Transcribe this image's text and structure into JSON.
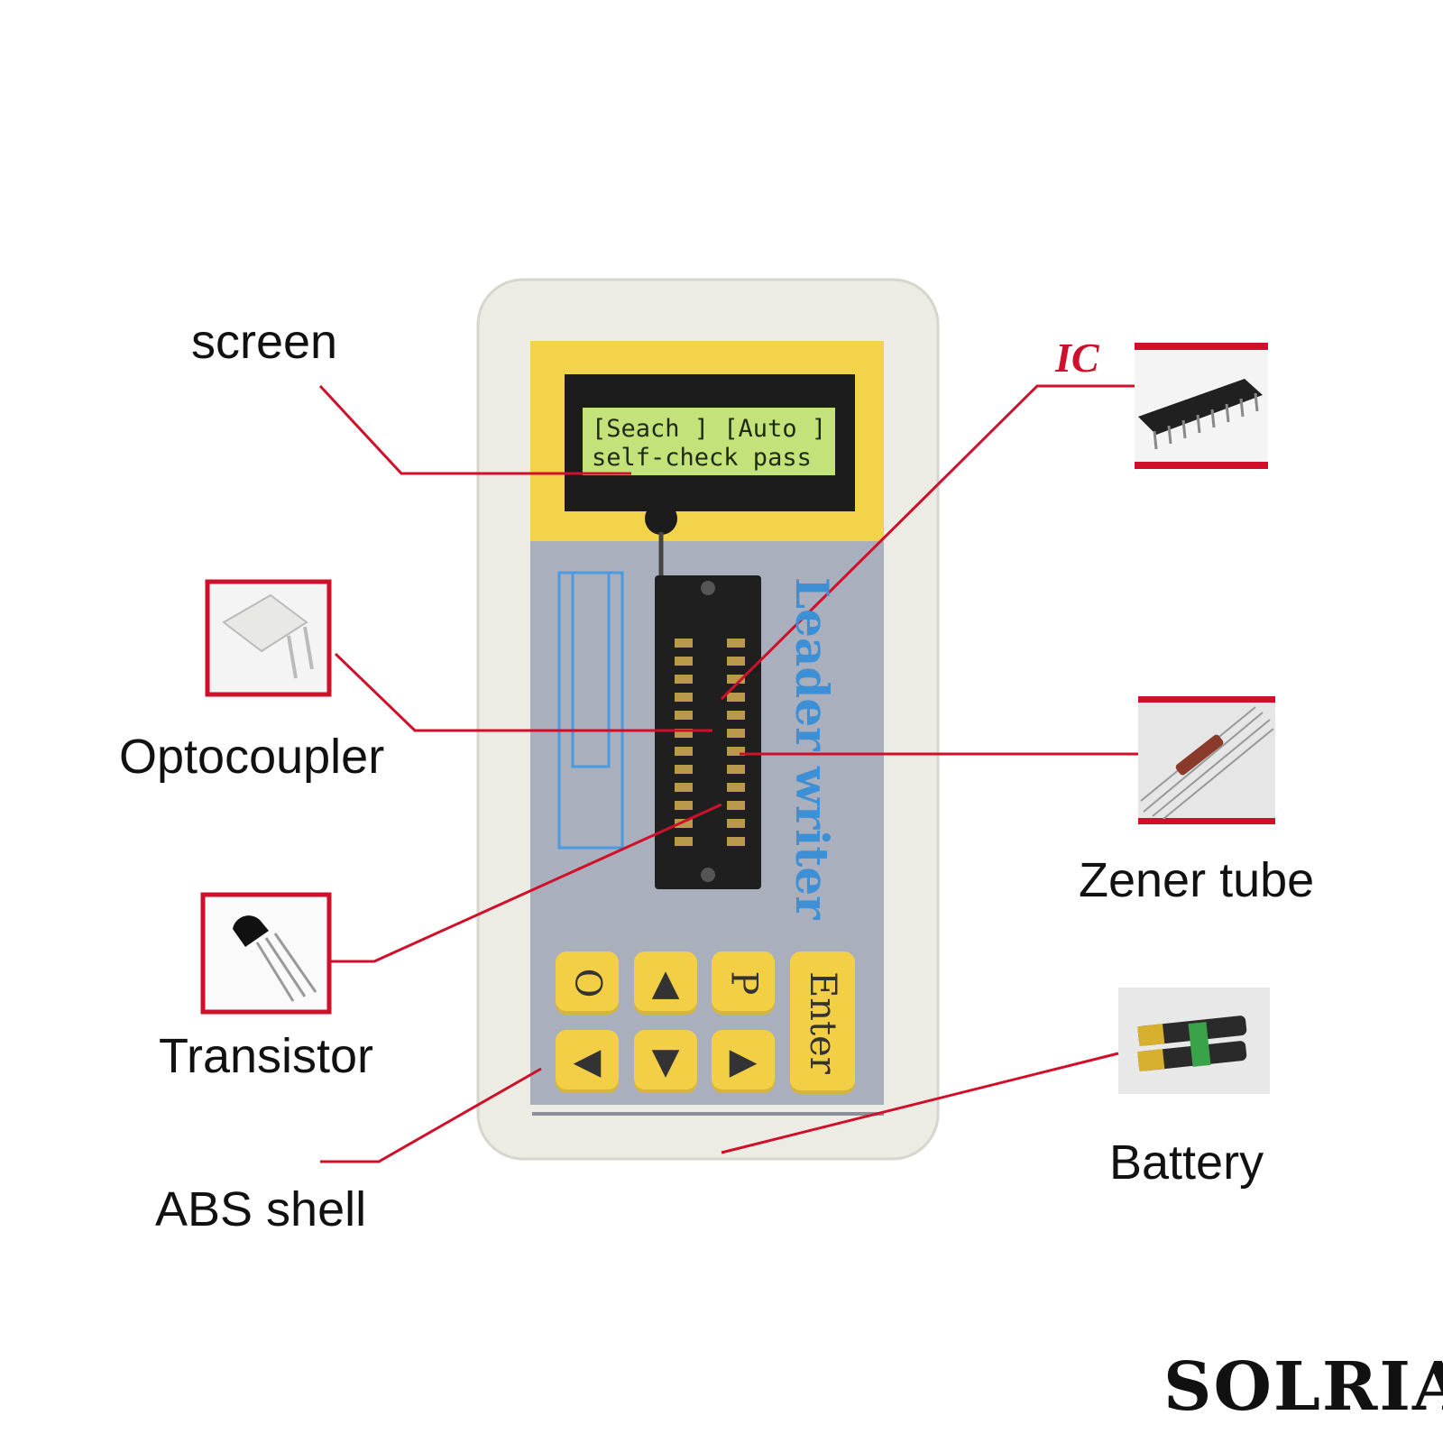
{
  "labels": {
    "screen": "screen",
    "optocoupler": "Optocoupler",
    "transistor": "Transistor",
    "abs_shell": "ABS shell",
    "ic": "IC",
    "zener_tube": "Zener tube",
    "battery": "Battery"
  },
  "device": {
    "lcd_line1": "[Seach ] [Auto ]",
    "lcd_line2": "self-check pass",
    "side_print": "Leader writer",
    "keys": {
      "o": "O",
      "p": "P",
      "enter": "Enter"
    }
  },
  "brand": "SOLRIA",
  "colors": {
    "leader_line": "#d0102a",
    "shell": "#ecece4",
    "panel_yellow": "#f2d34a",
    "panel_gray": "#a9afbd",
    "lcd_green": "#c4e27a",
    "side_print": "#3d8fd6"
  }
}
